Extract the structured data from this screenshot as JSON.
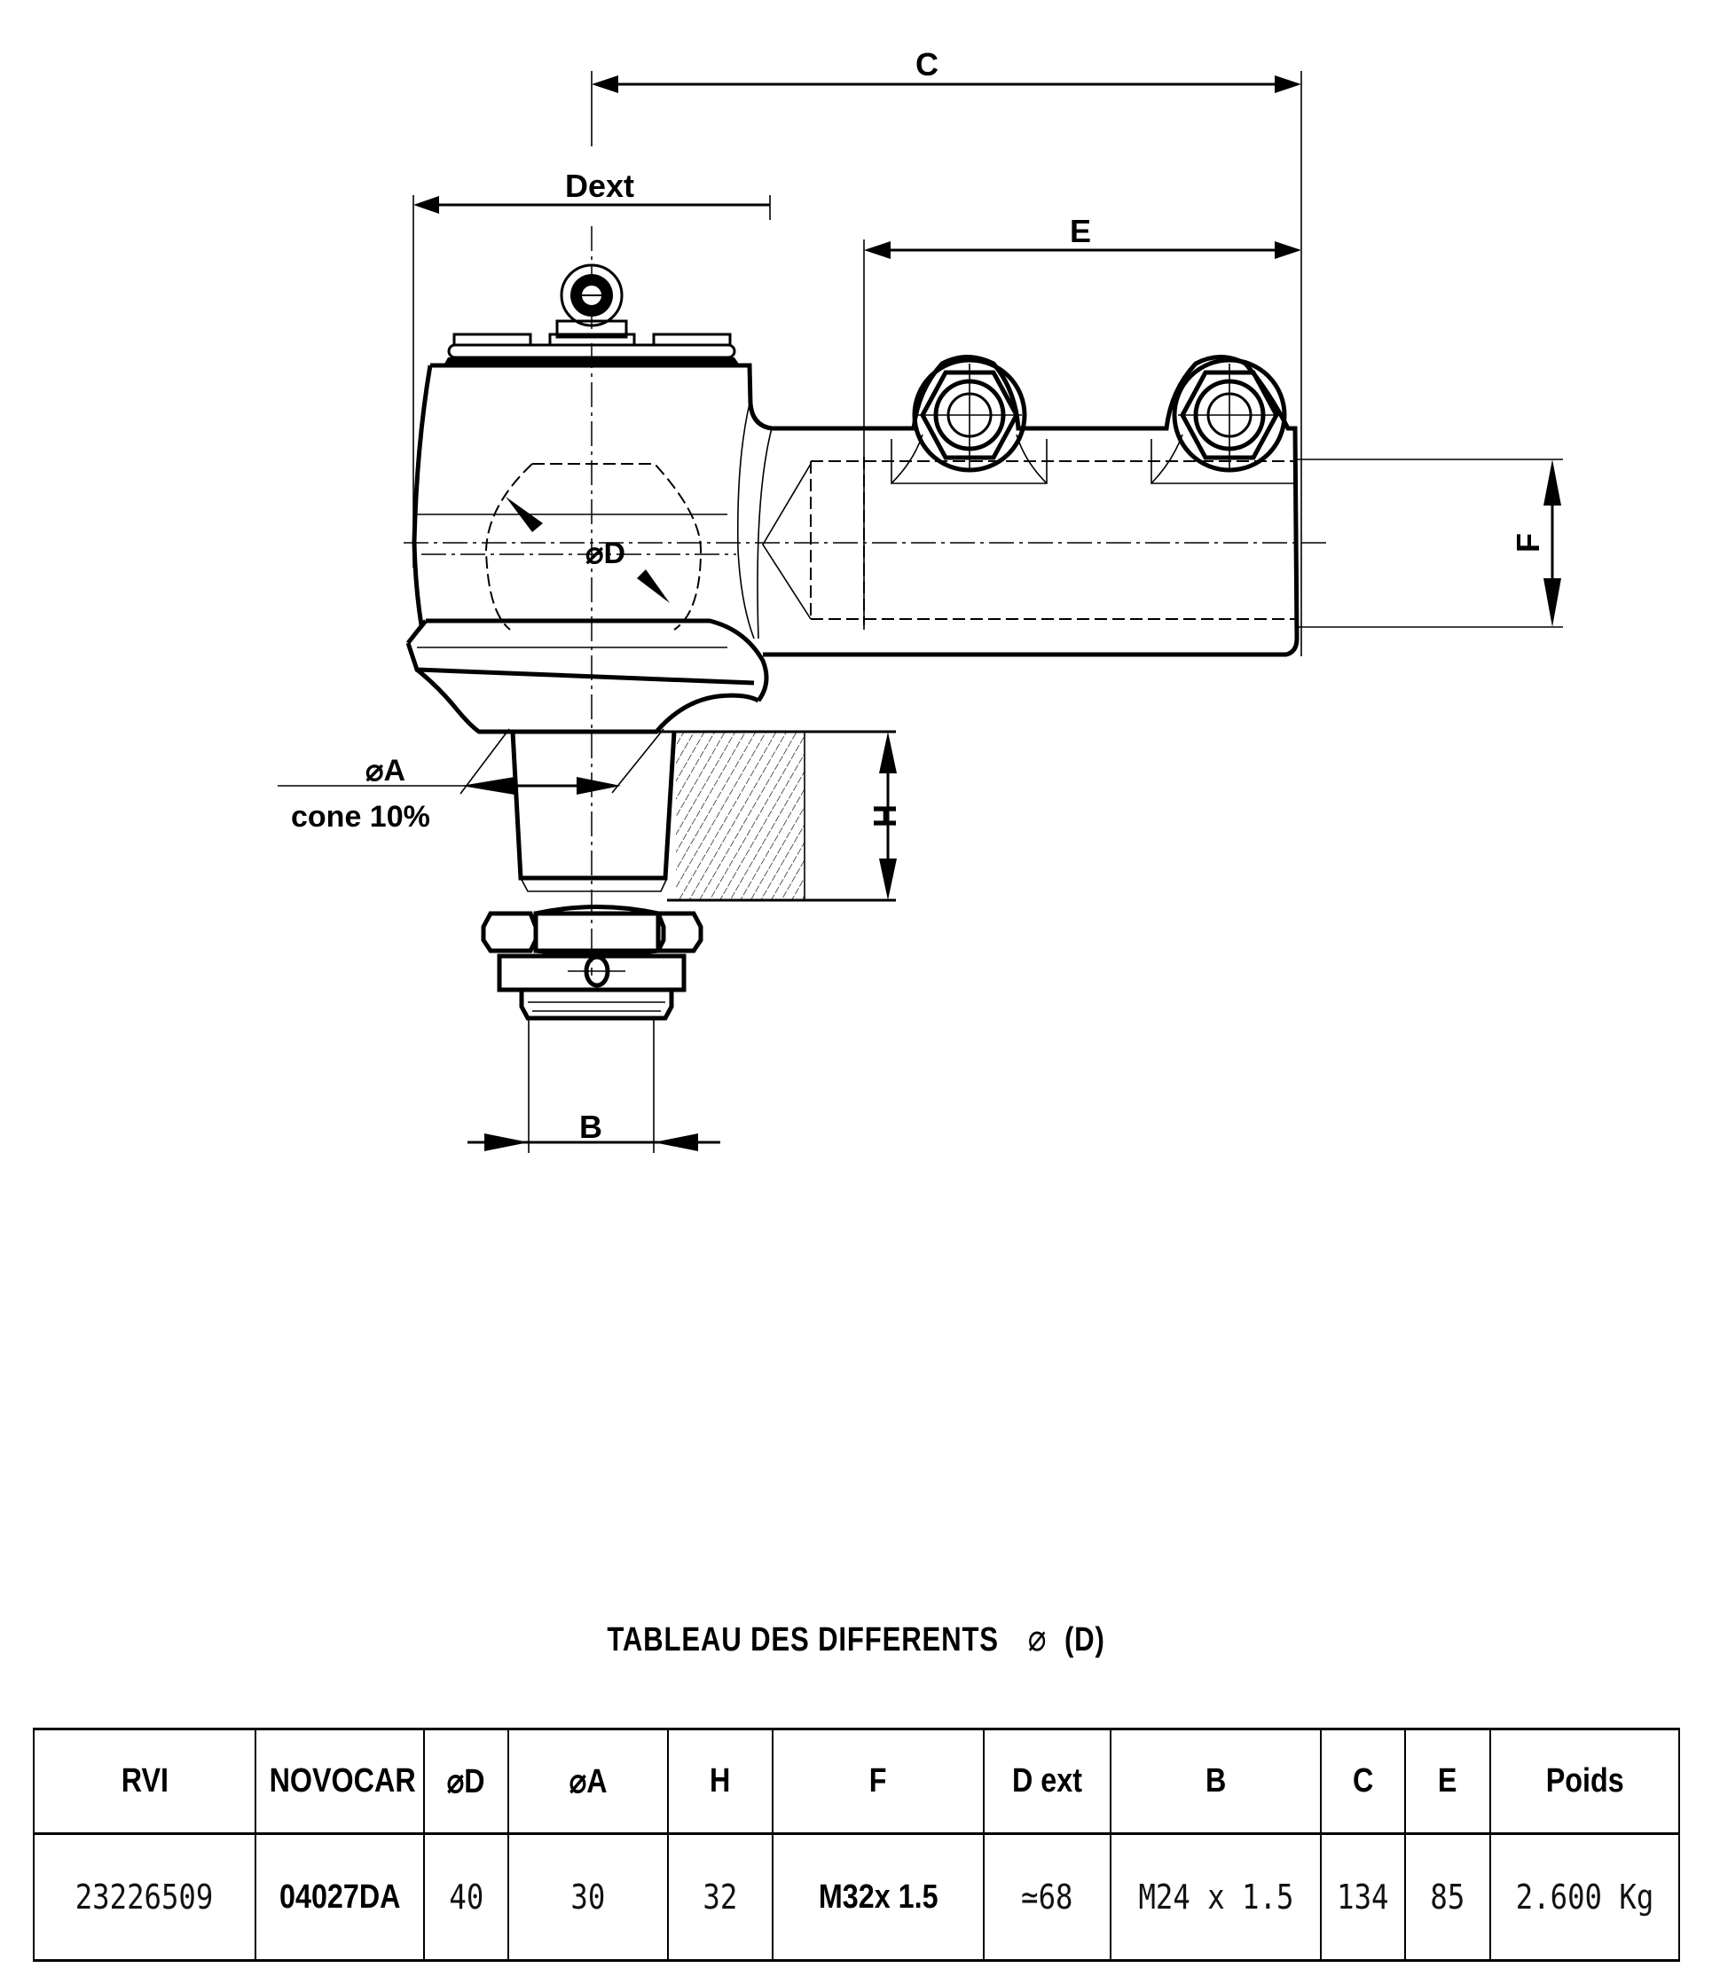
{
  "drawing": {
    "dimension_labels": {
      "C": "C",
      "Dext": "Dext",
      "E": "E",
      "F": "F",
      "D": "⌀D",
      "A": "⌀A",
      "cone": "cone  10%",
      "H": "H",
      "B": "B"
    },
    "parts": [
      "ball-joint-housing",
      "grease-nipple",
      "clamp-bolts",
      "ball-stud",
      "castle-nut",
      "dust-boot",
      "threaded-arm"
    ]
  },
  "table": {
    "title": "TABLEAU  DES  DIFFERENTS",
    "title_symbol": "⌀",
    "title_suffix": "(D)",
    "columns": [
      {
        "key": "rvi",
        "label": "RVI"
      },
      {
        "key": "novocar",
        "label": "NOVOCAR"
      },
      {
        "key": "d",
        "label": "⌀D"
      },
      {
        "key": "a",
        "label": "⌀A"
      },
      {
        "key": "h",
        "label": "H"
      },
      {
        "key": "f",
        "label": "F"
      },
      {
        "key": "dext",
        "label": "D  ext"
      },
      {
        "key": "b",
        "label": "B"
      },
      {
        "key": "c",
        "label": "C"
      },
      {
        "key": "e",
        "label": "E"
      },
      {
        "key": "poids",
        "label": "Poids"
      }
    ],
    "rows": [
      {
        "rvi": "23226509",
        "novocar": "04027DA",
        "d": "40",
        "a": "30",
        "h": "32",
        "f": "M32x  1.5",
        "dext": "≃68",
        "b": "M24  x  1.5",
        "c": "134",
        "e": "85",
        "poids": "2.600  Kg"
      }
    ]
  }
}
